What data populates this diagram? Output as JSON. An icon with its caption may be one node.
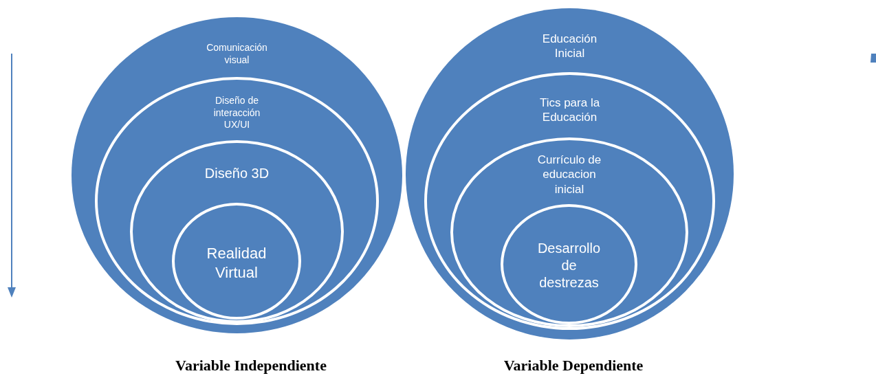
{
  "diagram": {
    "nodes": [
      {
        "text": [
          "Comunicación visual"
        ]
      },
      {
        "text": [
          "Diseño de interacción UX/UI"
        ],
        "in": 0
      },
      {
        "text": [
          "Diseño 3D"
        ],
        "in": 1
      },
      {
        "text": [
          "Realidad Virtual"
        ],
        "in": 2
      },
      {
        "text": [
          "Educación Inicial"
        ]
      },
      {
        "text": [
          "Tics para la Educación"
        ],
        "in": 4
      },
      {
        "text": [
          "Currículo de educacion inicial"
        ],
        "in": 5
      },
      {
        "text": [
          "Desarrollo de destrezas"
        ],
        "in": 6
      }
    ],
    "labels": [
      "Variable Independiente",
      "Variable Dependiente"
    ]
  }
}
